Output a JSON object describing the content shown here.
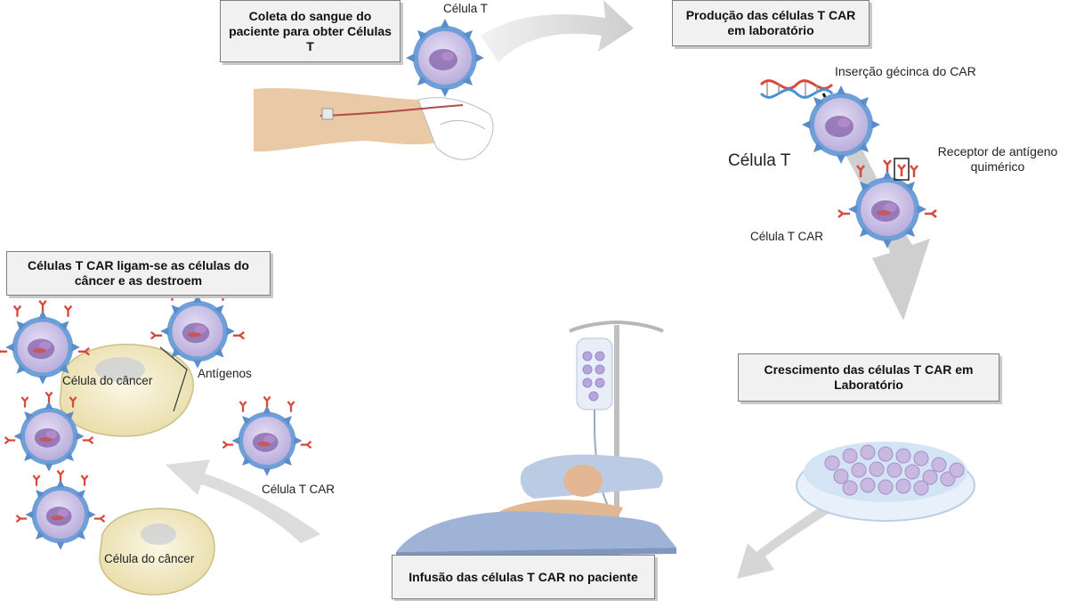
{
  "boxes": {
    "collect": "Coleta do sangue do paciente para obter Células T",
    "production": "Produção das células T CAR em laboratório",
    "growth": "Crescimento das células T CAR em Laboratório",
    "infusion": "Infusão das células T CAR no paciente",
    "binding": "Células T CAR ligam-se as células do câncer e as destroem"
  },
  "labels": {
    "t_cell_top": "Célula T",
    "gene_insertion": "Inserção gécinca do CAR",
    "t_cell_right": "Célula T",
    "receptor": "Receptor de antígeno quimérico",
    "car_t_right": "Célula T CAR",
    "antigens": "Antígenos",
    "cancer_cell_1": "Célula do câncer",
    "cancer_cell_2": "Célula do câncer",
    "car_t_left": "Célula T CAR"
  },
  "colors": {
    "arrow": "#cfcfcf",
    "cell_body": "#c9c3e6",
    "cell_spikes": "#6f9fd8",
    "nucleus": "#8d6cb0",
    "receptor_red": "#d9483b",
    "cancer_cell": "#f3ecc8",
    "skin": "#e9c9a6",
    "blanket": "#9fb3d6"
  }
}
